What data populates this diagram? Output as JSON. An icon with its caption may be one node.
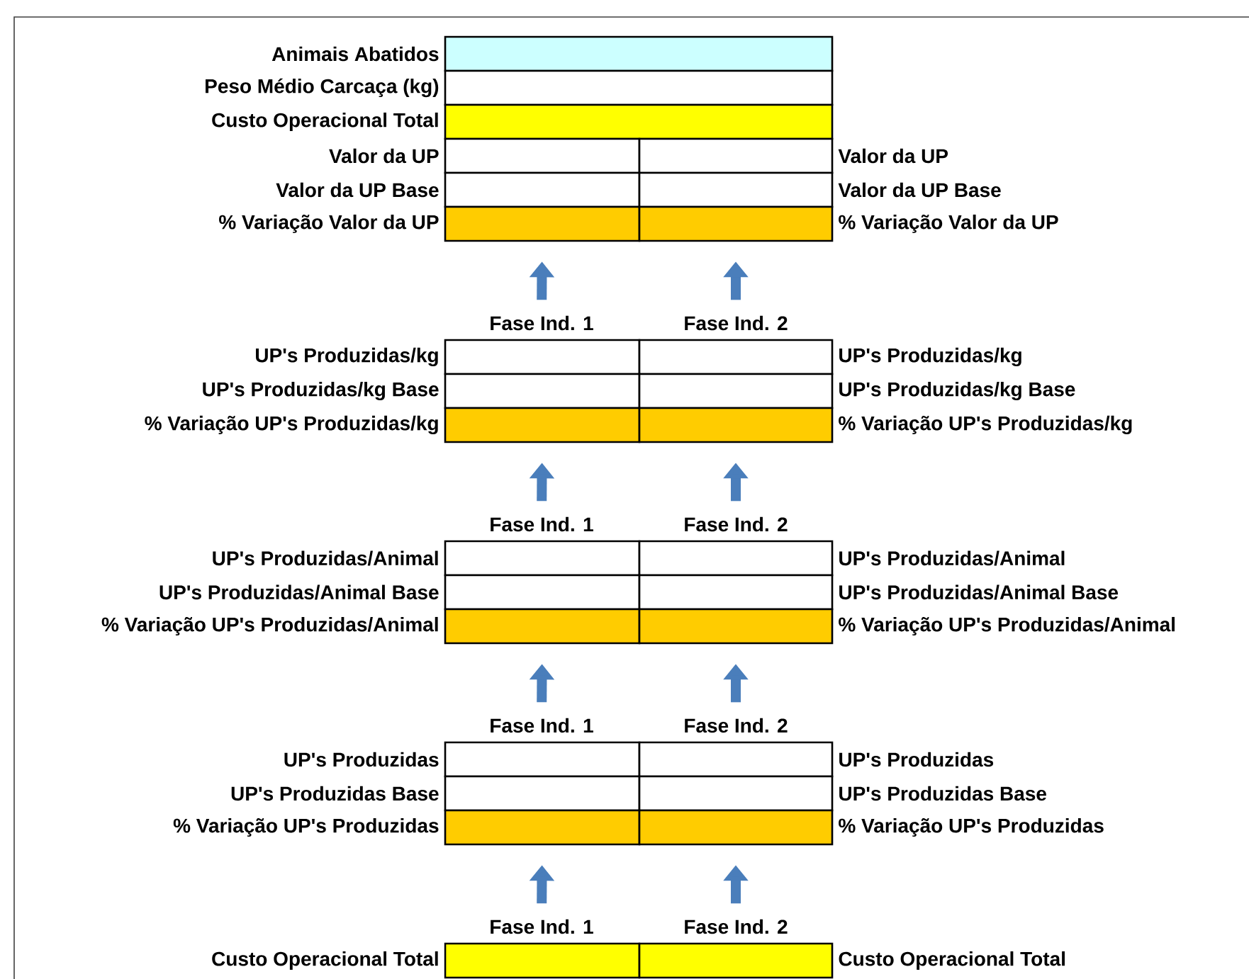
{
  "diagram": {
    "nodes": [
      {
        "text": [],
        "shape": "box"
      },
      {
        "text": [],
        "shape": "box"
      },
      {
        "text": [],
        "shape": "box"
      },
      {
        "text": [],
        "shape": "box"
      },
      {
        "text": [],
        "shape": "box"
      },
      {
        "text": [],
        "shape": "box"
      },
      {
        "text": [],
        "shape": "box"
      },
      {
        "text": [],
        "shape": "box"
      },
      {
        "text": [],
        "shape": "box"
      },
      {
        "text": [
          "Fase Ind. 1"
        ]
      },
      {
        "text": [
          "Fase Ind. 2"
        ]
      },
      {
        "text": [],
        "shape": "box"
      },
      {
        "text": [],
        "shape": "box"
      },
      {
        "text": [],
        "shape": "box"
      },
      {
        "text": [],
        "shape": "box"
      },
      {
        "text": [],
        "shape": "box"
      },
      {
        "text": [],
        "shape": "box"
      },
      {
        "text": [
          "Fase Ind. 1"
        ]
      },
      {
        "text": [
          "Fase Ind. 2"
        ]
      },
      {
        "text": [],
        "shape": "box"
      },
      {
        "text": [],
        "shape": "box"
      },
      {
        "text": [],
        "shape": "box"
      },
      {
        "text": [],
        "shape": "box"
      },
      {
        "text": [],
        "shape": "box"
      },
      {
        "text": [],
        "shape": "box"
      },
      {
        "text": [
          "Fase Ind. 1"
        ]
      },
      {
        "text": [
          "Fase Ind. 2"
        ]
      },
      {
        "text": [],
        "shape": "box"
      },
      {
        "text": [],
        "shape": "box"
      },
      {
        "text": [],
        "shape": "box"
      },
      {
        "text": [],
        "shape": "box"
      },
      {
        "text": [],
        "shape": "box"
      },
      {
        "text": [],
        "shape": "box"
      },
      {
        "text": [
          "Fase Ind. 1"
        ]
      },
      {
        "text": [
          "Fase Ind. 2"
        ]
      },
      {
        "text": [],
        "shape": "box"
      },
      {
        "text": [],
        "shape": "box"
      }
    ],
    "edges": [
      {
        "from": 9,
        "to": 7,
        "arrow": "to"
      },
      {
        "from": 10,
        "to": 8,
        "arrow": "to"
      },
      {
        "from": 17,
        "to": 15,
        "arrow": "to"
      },
      {
        "from": 18,
        "to": 16,
        "arrow": "to"
      },
      {
        "from": 25,
        "to": 23,
        "arrow": "to"
      },
      {
        "from": 26,
        "to": 24,
        "arrow": "to"
      },
      {
        "from": 33,
        "to": 31,
        "arrow": "to"
      },
      {
        "from": 34,
        "to": 32,
        "arrow": "to"
      }
    ],
    "labels": [
      "Animais Abatidos",
      "Peso Médio Carcaça (kg)",
      "Custo Operacional Total",
      "Valor da UP",
      "Valor da UP",
      "Valor da UP Base",
      "Valor da UP Base",
      "% Variação Valor da UP",
      "% Variação Valor da UP",
      "UP's Produzidas/kg",
      "UP's Produzidas/kg",
      "UP's Produzidas/kg Base",
      "UP's Produzidas/kg Base",
      "% Variação UP's Produzidas/kg",
      "% Variação UP's Produzidas/kg",
      "UP's Produzidas/Animal",
      "UP's Produzidas/Animal",
      "UP's Produzidas/Animal Base",
      "UP's Produzidas/Animal Base",
      "% Variação UP's Produzidas/Animal",
      "% Variação UP's Produzidas/Animal",
      "UP's Produzidas",
      "UP's Produzidas",
      "UP's Produzidas Base",
      "UP's Produzidas Base",
      "% Variação UP's Produzidas",
      "% Variação UP's Produzidas",
      "Custo Operacional Total",
      "Custo Operacional Total"
    ]
  }
}
